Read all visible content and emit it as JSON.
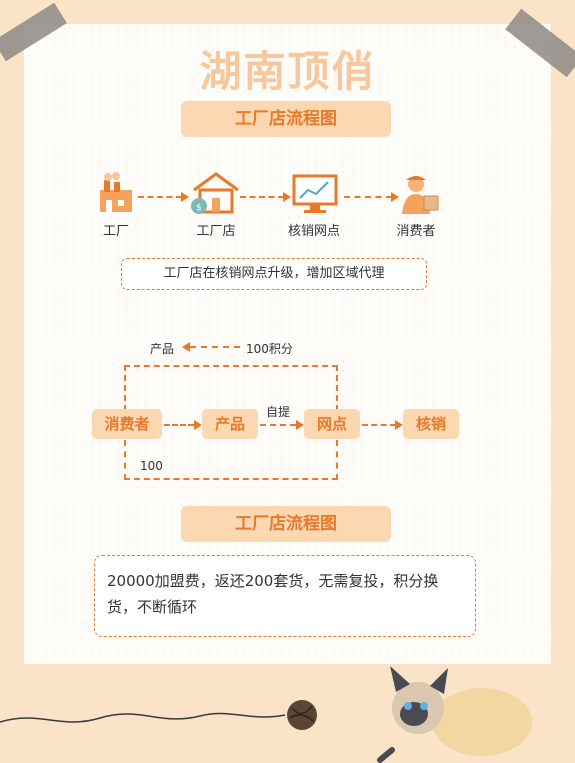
{
  "title": "湖南顶俏",
  "section1_heading": "工厂店流程图",
  "flow_nodes": [
    {
      "label": "工厂",
      "icon": "factory-icon"
    },
    {
      "label": "工厂店",
      "icon": "store-icon"
    },
    {
      "label": "核销网点",
      "icon": "monitor-chart-icon"
    },
    {
      "label": "消费者",
      "icon": "delivery-person-icon"
    }
  ],
  "upgrade_note": "工厂店在核销网点升级，增加区域代理",
  "cycle": {
    "top_left_label": "产品",
    "top_right_label": "100积分",
    "bottom_label": "100",
    "pickup_label": "自提",
    "boxes": [
      "消费者",
      "产品",
      "网点",
      "核销"
    ]
  },
  "section2_heading": "工厂店流程图",
  "description": "20000加盟费，返还200套货，无需复投，积分换货，不断循环",
  "colors": {
    "accent": "#e8792a",
    "pill": "#fbd8b1",
    "title": "#f5c99d",
    "background": "#fbe3c7"
  }
}
